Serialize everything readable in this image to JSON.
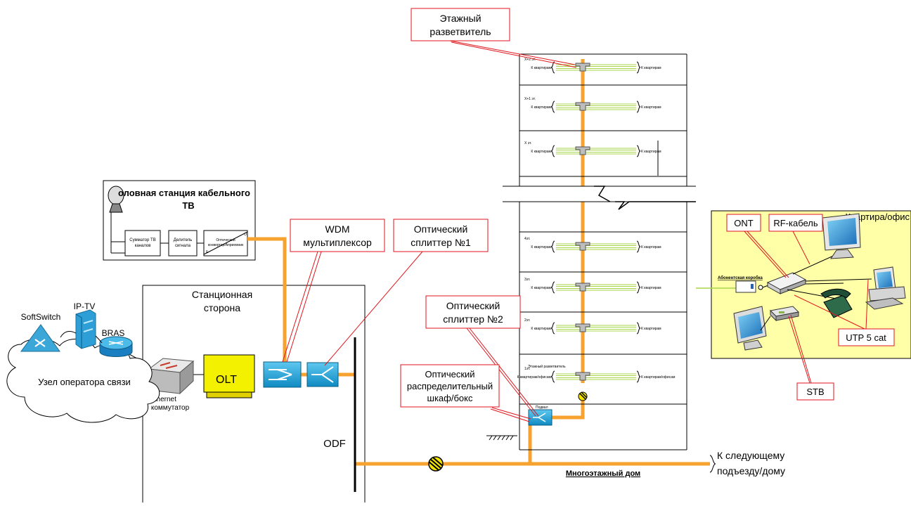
{
  "callouts": {
    "floor_splitter": [
      "Этажный",
      "разветвитель"
    ],
    "wdm": [
      "WDM",
      "мультиплексор"
    ],
    "splitter1": [
      "Оптический",
      "сплиттер №1"
    ],
    "splitter2": [
      "Оптический",
      "сплиттер №2"
    ],
    "cabinet": [
      "Оптический",
      "распределительный",
      "шкаф/бокс"
    ],
    "ont": "ONT",
    "rf_cable": "RF-кабель",
    "utp": "UTP 5 cat",
    "stb": "STB"
  },
  "headend": {
    "title_line1": "оловная станция кабельного",
    "title_line2": "ТВ",
    "combiner": [
      "Сумматор ТВ",
      "каналов"
    ],
    "divider": [
      "Делитель",
      "сигнала"
    ],
    "optical_converter": [
      "Оптический",
      "конвертор/Априемник"
    ],
    "port_o": "О",
    "port_e": "Е"
  },
  "station": {
    "title": [
      "Станционная",
      "сторона"
    ],
    "olt": "OLT",
    "ethernet": [
      "Ethernet",
      "коммутатор"
    ],
    "odf": "ODF"
  },
  "operator": {
    "cloud_label": "Узел оператора связи",
    "softswitch": "SoftSwitch",
    "iptv": "IP-TV",
    "bras": "BRAS"
  },
  "building": {
    "floors_top": [
      {
        "label": "Х+2 эт.",
        "left": "К квартирам",
        "right": "К квартирам"
      },
      {
        "label": "Х+1 эт.",
        "left": "К квартирам",
        "right": "К квартирам"
      },
      {
        "label": "Х эт.",
        "left": "К квартирам",
        "right": "К квартирам"
      }
    ],
    "floors_bottom": [
      {
        "label": "4эт.",
        "left": "К квартирам",
        "right": "К квартирам"
      },
      {
        "label": "3эт.",
        "left": "К квартирам",
        "right": "К квартирам"
      },
      {
        "label": "2эт.",
        "left": "К квартирам",
        "right": "К квартирам"
      },
      {
        "label": "1эт.",
        "left": "К квартирам/офисам",
        "right": "К квартирам/офисам"
      }
    ],
    "floor1_splitter_label": "Этажный разветвитель",
    "basement_label": "Подвал",
    "house_label": "Многоэтажный дом",
    "next_entrance": [
      "К следующему",
      "подъезду/дому"
    ]
  },
  "apartment": {
    "title": "Квартира/офис",
    "subscriber_box": "Абонентская коробка"
  },
  "colors": {
    "fiber": "#f7a12e",
    "riser_green": "#a8d64a",
    "callout_red": "#e0161c",
    "equipment_blue": "#1aa3d9",
    "olt_yellow": "#f3f000",
    "apartment_bg": "#ffffa8"
  }
}
